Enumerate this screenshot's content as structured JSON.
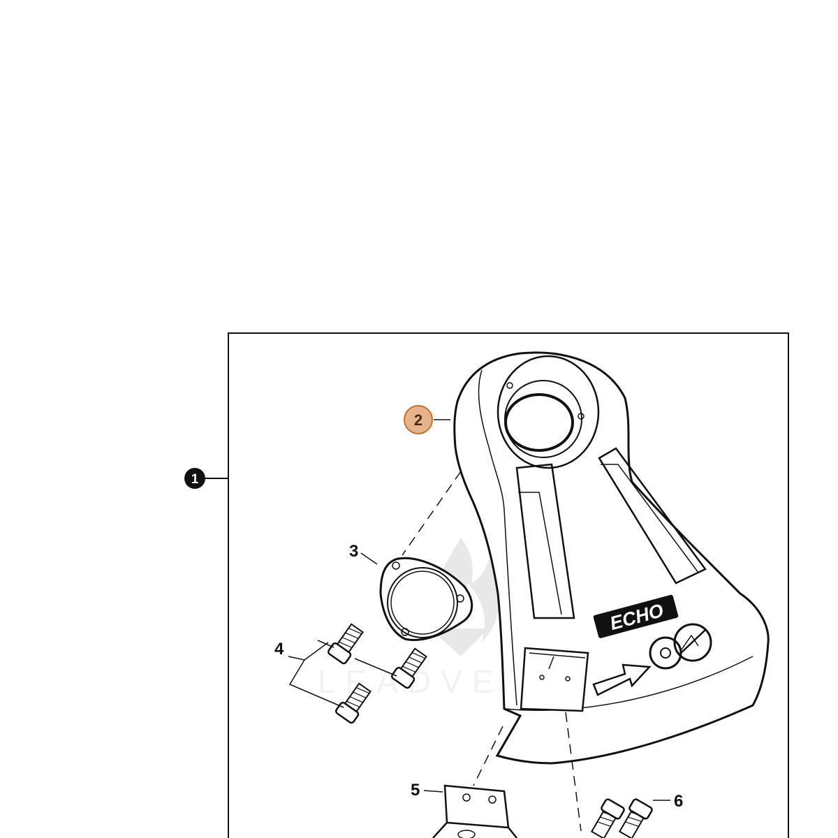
{
  "callouts": {
    "assembly": "1",
    "guard": "2",
    "flange": "3",
    "guard_bolts": "4",
    "bracket": "5",
    "bracket_bolts": "6"
  },
  "guard_logo": "ECHO",
  "watermark": "LEADVENTURE",
  "colors": {
    "ink": "#111111",
    "highlight_fill": "#e6b48a",
    "highlight_stroke": "#c8702c"
  }
}
